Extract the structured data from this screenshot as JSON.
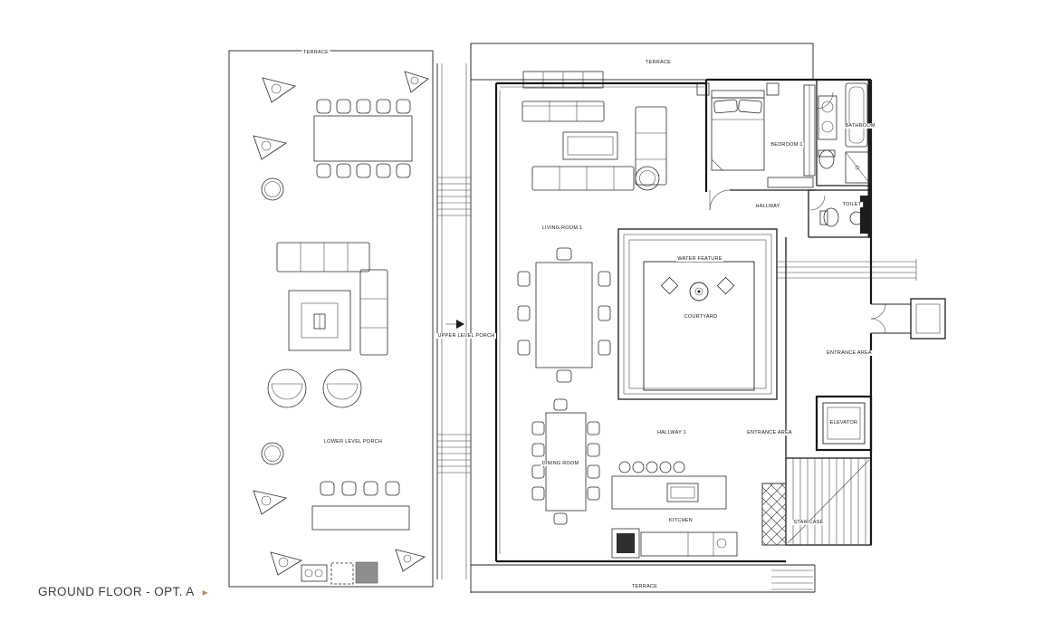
{
  "page": {
    "background": "#ffffff"
  },
  "title": {
    "text": "GROUND FLOOR - OPT. A",
    "arrow_icon": "▸",
    "arrow_color": "#b3906a",
    "text_color": "#3c3c3c"
  },
  "plan": {
    "line_color": "#1b1b1b",
    "label_color": "#151515",
    "labels": {
      "terrace_left": "TERRACE",
      "terrace_top": "TERRACE",
      "terrace_bottom": "TERRACE",
      "living_room_1": "LIVING ROOM 1",
      "bedroom_1": "BEDROOM 1",
      "bathroom": "BATHROOM",
      "hallway": "HALLWAY",
      "toilet": "TOILET",
      "water_feature": "WATER FEATURE",
      "courtyard": "COURTYARD",
      "entrance_area_right": "ENTRANCE AREA",
      "entrance_area": "ENTRANCE AREA",
      "upper_level_porch": "UPPER LEVEL PORCH",
      "lower_level_porch": "LOWER LEVEL PORCH",
      "hallway_1": "HALLWAY 1",
      "dining_room": "DINING ROOM",
      "kitchen": "KITCHEN",
      "elevator": "ELEVATOR",
      "staircase": "STAIRCASE"
    }
  }
}
